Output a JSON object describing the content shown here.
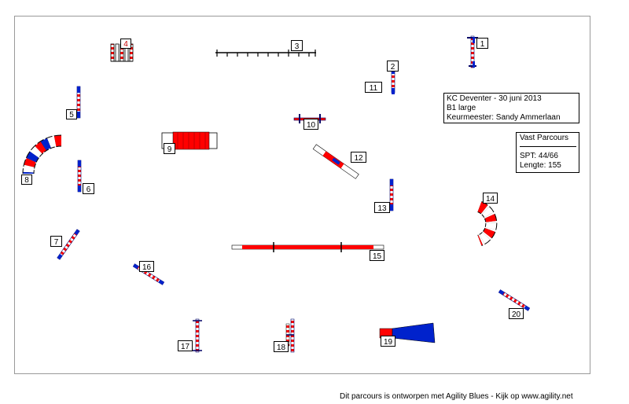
{
  "course": {
    "event": "KC Deventer - 30 juni 2013",
    "class": "B1 large",
    "judge": "Keurmeester: Sandy Ammerlaan"
  },
  "course_info": {
    "type": "Vast Parcours",
    "spt": "SPT:  44/66",
    "length": "Lengte: 155"
  },
  "footer": "Dit parcours is ontworpen met Agility Blues - Kijk op www.agility.net",
  "obstacles": [
    {
      "number": "1",
      "kind": "jump"
    },
    {
      "number": "2",
      "kind": "jump"
    },
    {
      "number": "3",
      "kind": "long-jump"
    },
    {
      "number": "4",
      "kind": "weave-poles"
    },
    {
      "number": "5",
      "kind": "jump"
    },
    {
      "number": "6",
      "kind": "jump"
    },
    {
      "number": "7",
      "kind": "jump"
    },
    {
      "number": "8",
      "kind": "tunnel"
    },
    {
      "number": "9",
      "kind": "tire"
    },
    {
      "number": "10",
      "kind": "jump"
    },
    {
      "number": "11",
      "kind": "jump"
    },
    {
      "number": "12",
      "kind": "jump"
    },
    {
      "number": "13",
      "kind": "jump"
    },
    {
      "number": "14",
      "kind": "tunnel"
    },
    {
      "number": "15",
      "kind": "dog-walk"
    },
    {
      "number": "16",
      "kind": "jump"
    },
    {
      "number": "17",
      "kind": "jump"
    },
    {
      "number": "18",
      "kind": "jump"
    },
    {
      "number": "19",
      "kind": "collapsed-tunnel"
    },
    {
      "number": "20",
      "kind": "jump"
    }
  ],
  "colors": {
    "red": "#ff0000",
    "blue": "#0022cc",
    "navy": "#000066",
    "border": "#999999"
  }
}
